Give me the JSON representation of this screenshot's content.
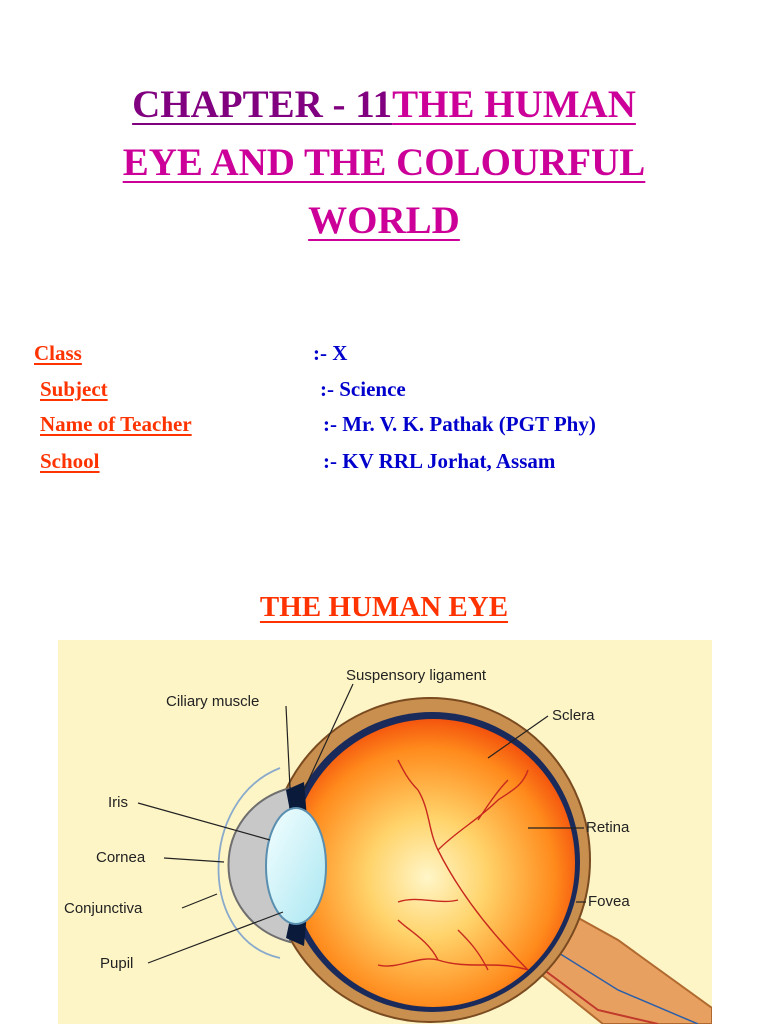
{
  "header": {
    "chapter": "CHAPTER - 11",
    "title_line1": "THE  HUMAN",
    "title_line2": "EYE  AND  THE COLOURFUL",
    "title_line3": "WORLD"
  },
  "info": [
    {
      "label": "Class",
      "value": ":- X"
    },
    {
      "label": "Subject",
      "value": ":- Science"
    },
    {
      "label": "Name of Teacher",
      "value": ":- Mr. V. K. Pathak (PGT Phy)"
    },
    {
      "label": "School",
      "value": ":- KV  RRL Jorhat,  Assam"
    }
  ],
  "section": {
    "title": "THE HUMAN EYE"
  },
  "diagram": {
    "labels": {
      "suspensory_ligament": "Suspensory ligament",
      "ciliary_muscle": "Ciliary muscle",
      "sclera": "Sclera",
      "iris": "Iris",
      "retina": "Retina",
      "cornea": "Cornea",
      "conjunctiva": "Conjunctiva",
      "fovea": "Fovea",
      "pupil": "Pupil"
    }
  },
  "colors": {
    "chapter": "#800080",
    "title": "#cc0099",
    "label": "#ff3300",
    "value": "#0000cc",
    "diagram_bg": "#fdf5c6"
  }
}
